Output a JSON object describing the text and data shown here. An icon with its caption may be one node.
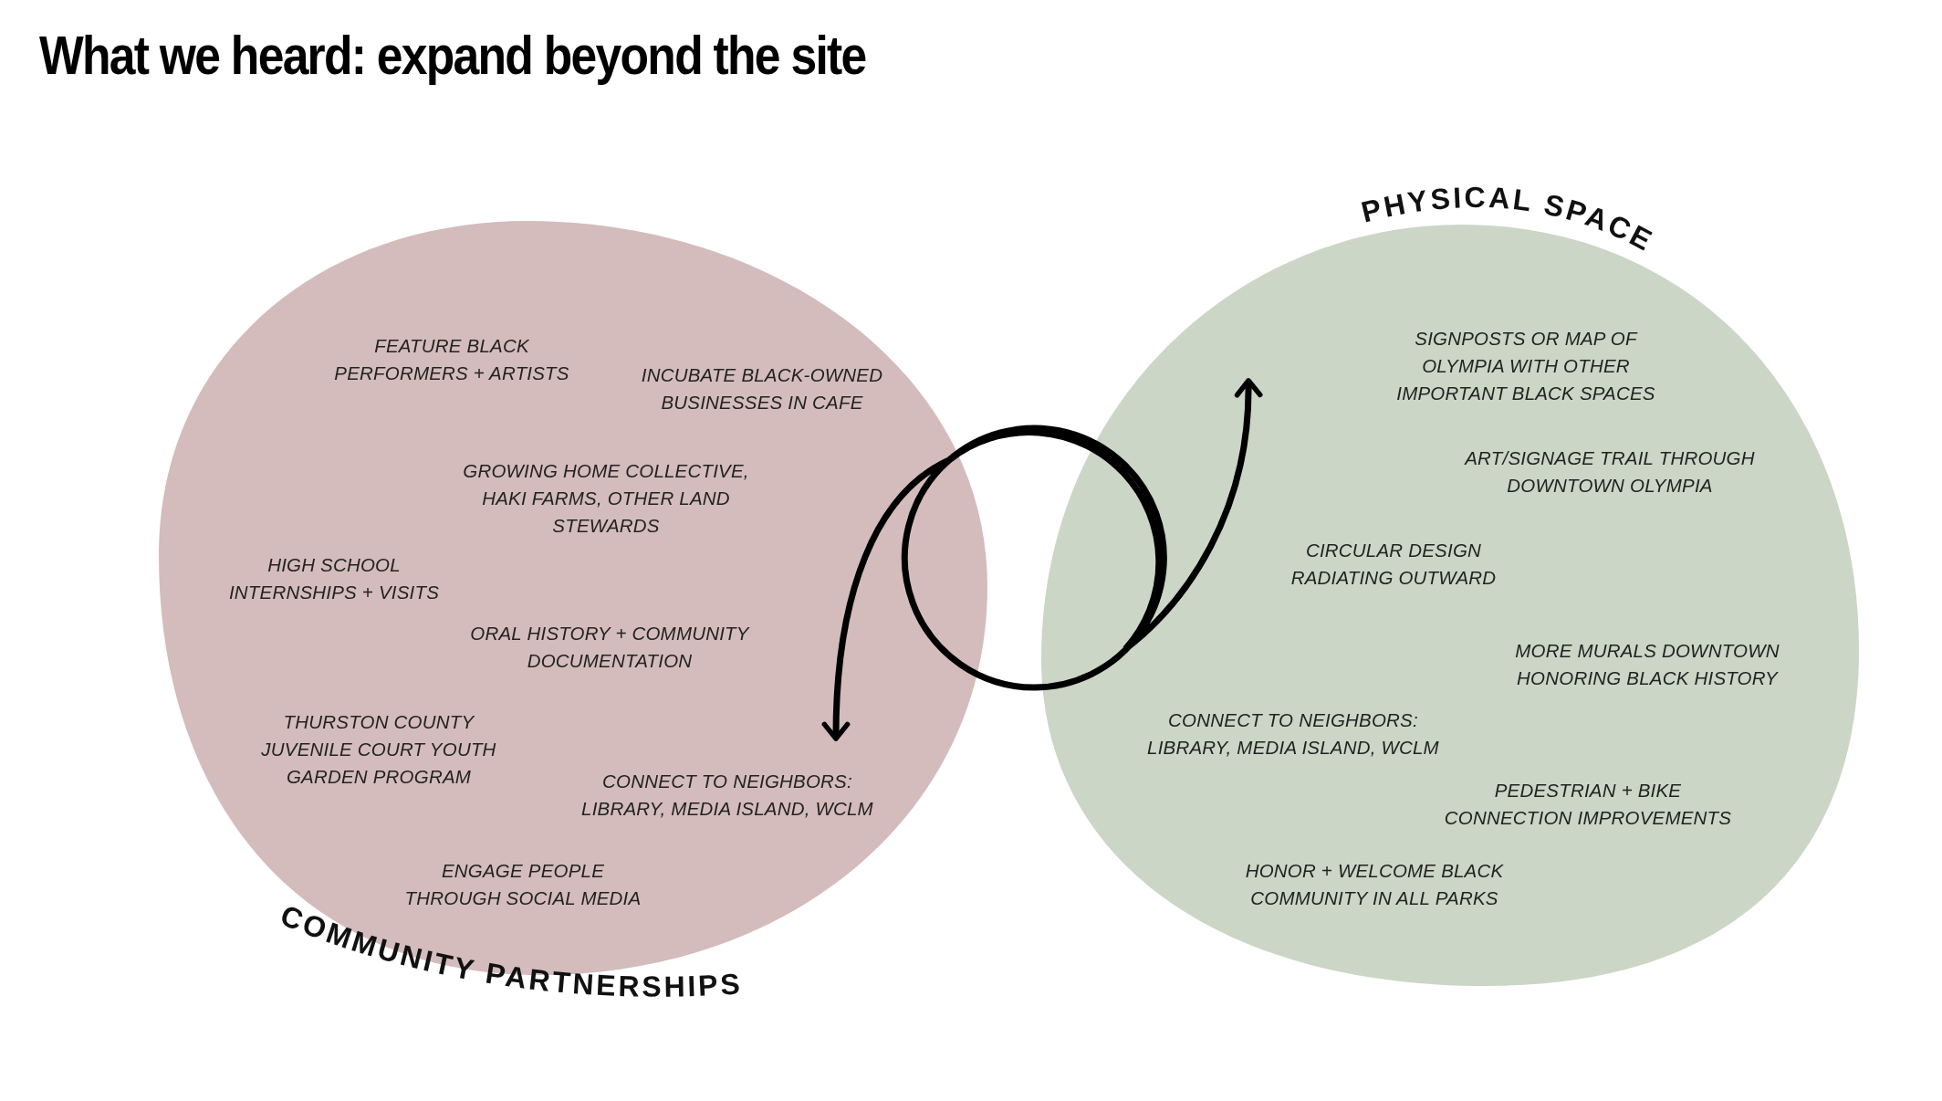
{
  "diagram": {
    "title": "What we heard: expand beyond the site",
    "nodes": [
      {
        "text": [
          "FEATURE BLACK PERFORMERS + ARTISTS",
          "INCUBATE BLACK-OWNED BUSINESSES IN CAFE",
          "GROWING HOME COLLECTIVE, HAKI FARMS, OTHER LAND STEWARDS",
          "HIGH SCHOOL INTERNSHIPS + VISITS",
          "ORAL HISTORY + COMMUNITY DOCUMENTATION",
          "THURSTON COUNTY JUVENILE COURT YOUTH GARDEN PROGRAM",
          "CONNECT TO NEIGHBORS: LIBRARY, MEDIA ISLAND, WCLM",
          "ENGAGE PEOPLE THROUGH SOCIAL MEDIA",
          "COMMUNITY PARTNERSHIPS"
        ]
      },
      {
        "text": [
          "PHYSICAL SPACE",
          "SIGNPOSTS OR MAP OF OLYMPIA WITH OTHER IMPORTANT BLACK SPACES",
          "ART/SIGNAGE TRAIL THROUGH DOWNTOWN OLYMPIA",
          "CIRCULAR DESIGN RADIATING OUTWARD",
          "MORE MURALS DOWNTOWN HONORING BLACK HISTORY",
          "CONNECT TO NEIGHBORS: LIBRARY, MEDIA ISLAND, WCLM",
          "PEDESTRIAN + BIKE CONNECTION IMPROVEMENTS",
          "HONOR + WELCOME BLACK COMMUNITY IN ALL PARKS"
        ]
      }
    ],
    "edges": [
      {
        "from": 0,
        "to": 1,
        "arrow": "both"
      }
    ]
  }
}
